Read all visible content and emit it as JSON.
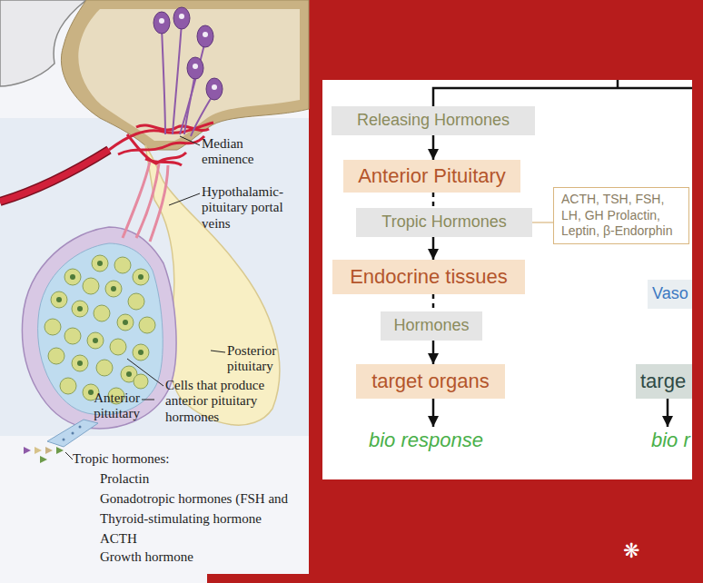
{
  "diagram": {
    "nodes": [
      {
        "text": [
          "Releasing Hormones"
        ]
      },
      {
        "text": [
          "Anterior Pituitary"
        ]
      },
      {
        "text": [
          "Tropic Hormones"
        ]
      },
      {
        "text": [
          "ACTH, TSH, FSH, LH, GH Prolactin, Leptin, β-Endorphin"
        ]
      },
      {
        "text": [
          "Endocrine tissues"
        ]
      },
      {
        "text": [
          "Vaso"
        ]
      },
      {
        "text": [
          "Hormones"
        ]
      },
      {
        "text": [
          "target organs"
        ]
      },
      {
        "text": [
          "targe"
        ]
      }
    ],
    "edges": [
      {
        "from": 0,
        "to": 1,
        "arrow": "to"
      },
      {
        "from": 1,
        "to": 2,
        "arrow": "none"
      },
      {
        "from": 2,
        "to": 3,
        "arrow": "none"
      },
      {
        "from": 2,
        "to": 4,
        "arrow": "to"
      },
      {
        "from": 4,
        "to": 6,
        "arrow": "none"
      },
      {
        "from": 6,
        "to": 7,
        "arrow": "to"
      }
    ],
    "labels": [
      "Median eminence",
      "Hypothalamic-pituitary portal veins",
      "Posterior pituitary",
      "Cells that produce anterior pituitary hormones",
      "Anterior pituitary",
      "Tropic hormones:",
      "Prolactin",
      "Gonadotropic hormones (FSH and",
      "Thyroid-stimulating hormone",
      "ACTH",
      "Growth hormone",
      "bio response",
      "bio r",
      "❋"
    ]
  }
}
